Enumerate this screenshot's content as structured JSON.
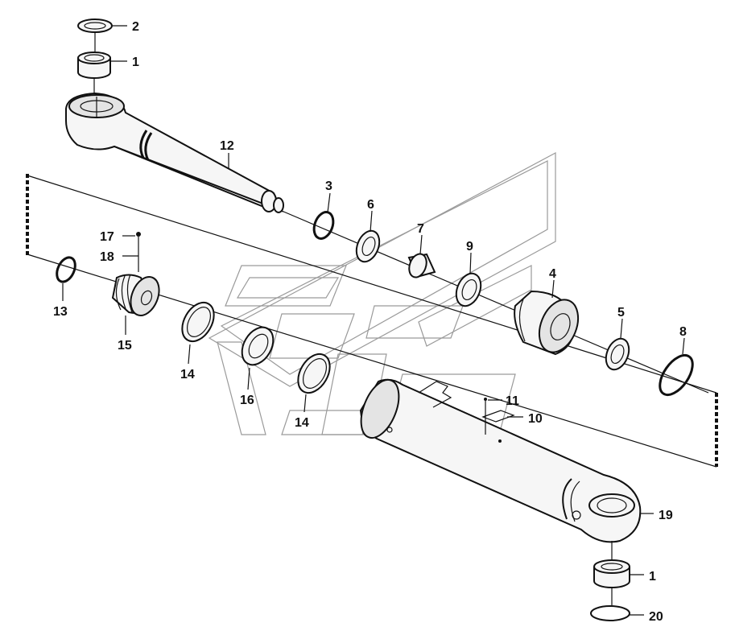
{
  "callouts": [
    {
      "id": "c2",
      "text": "2"
    },
    {
      "id": "c1a",
      "text": "1"
    },
    {
      "id": "c12",
      "text": "12"
    },
    {
      "id": "c3",
      "text": "3"
    },
    {
      "id": "c6",
      "text": "6"
    },
    {
      "id": "c7",
      "text": "7"
    },
    {
      "id": "c9",
      "text": "9"
    },
    {
      "id": "c4",
      "text": "4"
    },
    {
      "id": "c5",
      "text": "5"
    },
    {
      "id": "c8",
      "text": "8"
    },
    {
      "id": "c17",
      "text": "17"
    },
    {
      "id": "c18",
      "text": "18"
    },
    {
      "id": "c13",
      "text": "13"
    },
    {
      "id": "c15",
      "text": "15"
    },
    {
      "id": "c14a",
      "text": "14"
    },
    {
      "id": "c16",
      "text": "16"
    },
    {
      "id": "c14b",
      "text": "14"
    },
    {
      "id": "c11",
      "text": "11"
    },
    {
      "id": "c10",
      "text": "10"
    },
    {
      "id": "c19",
      "text": "19"
    },
    {
      "id": "c1b",
      "text": "1"
    },
    {
      "id": "c20",
      "text": "20"
    }
  ]
}
